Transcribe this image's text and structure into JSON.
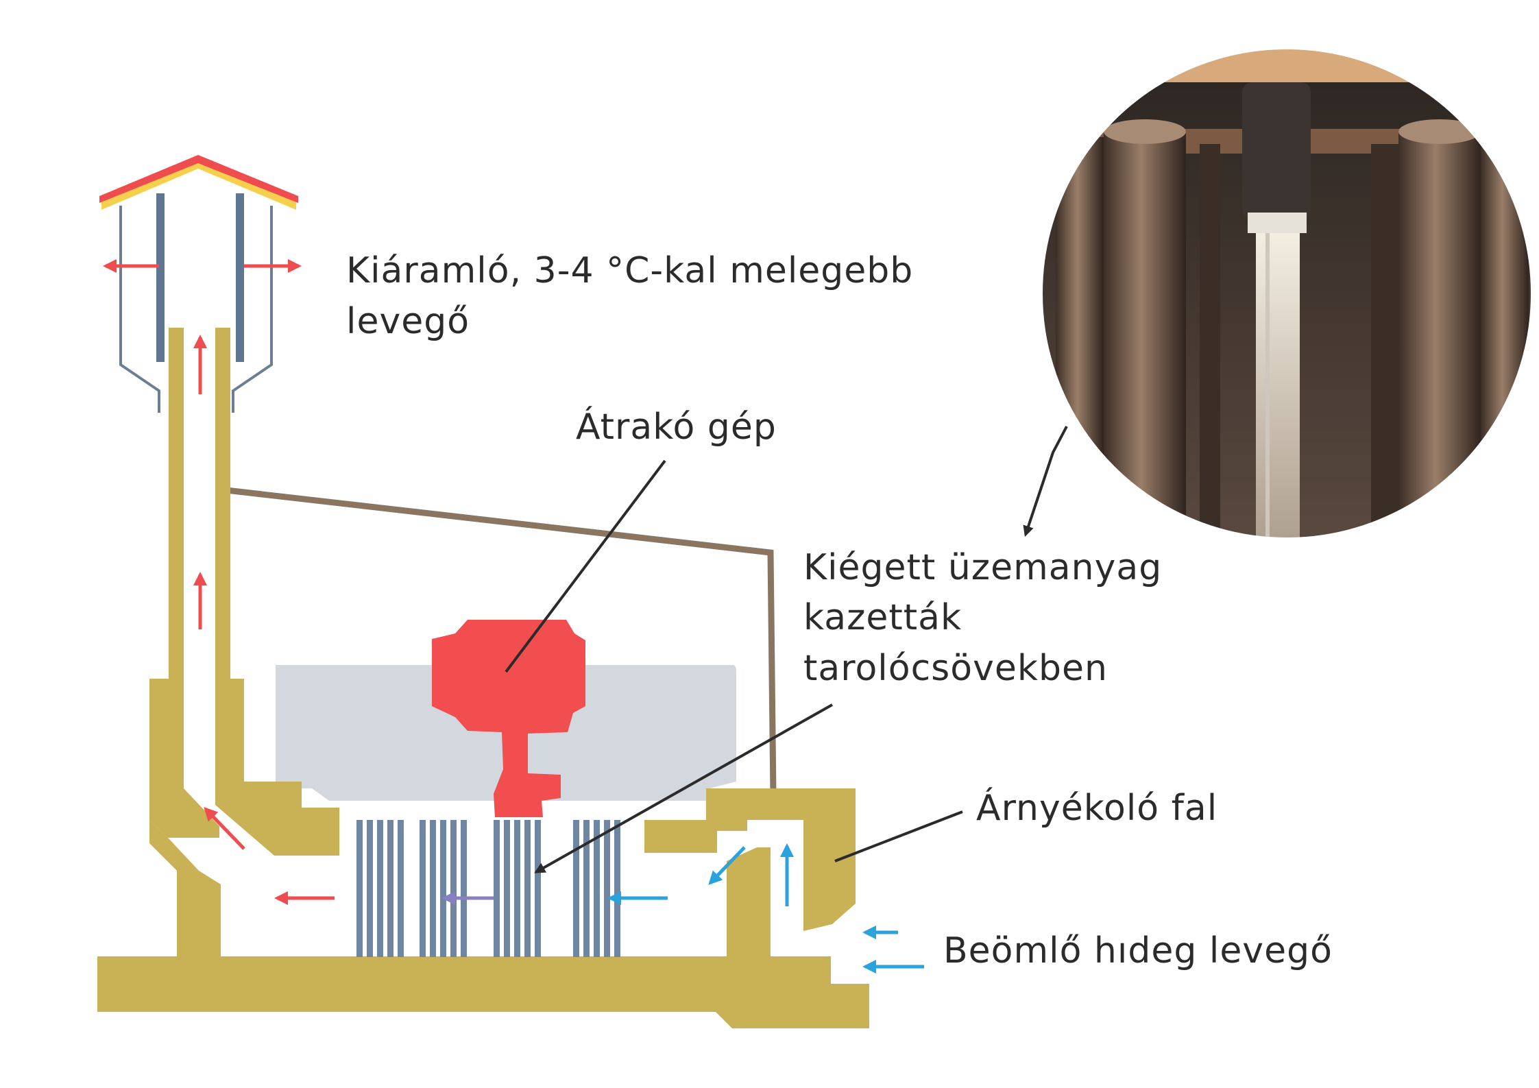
{
  "labels": {
    "outflow_line1": "Kiáramló, 3-4 °C-kal melegebb",
    "outflow_line2": "levegő",
    "machine": "Átrakó gép",
    "cassettes_line1": "Kiégett üzemanyag",
    "cassettes_line2": "kazetták",
    "cassettes_line3": "tarolócsövekben",
    "shield_wall": "Árnyékoló fal",
    "inflow": "Beömlő hıdeg levegő"
  },
  "colors": {
    "warm_air": "#ef4c4f",
    "cold_air": "#2aa2dc",
    "concrete": "#c8b255",
    "machine": "#f24d4f",
    "roof_top": "#ef4c4f",
    "roof_under": "#f6d04d",
    "fuel_tubes": "#6f86a3",
    "hall_roof_line": "#8a7560"
  },
  "icons": {
    "inset_photo": "fuel-storage-tubes-photo"
  }
}
